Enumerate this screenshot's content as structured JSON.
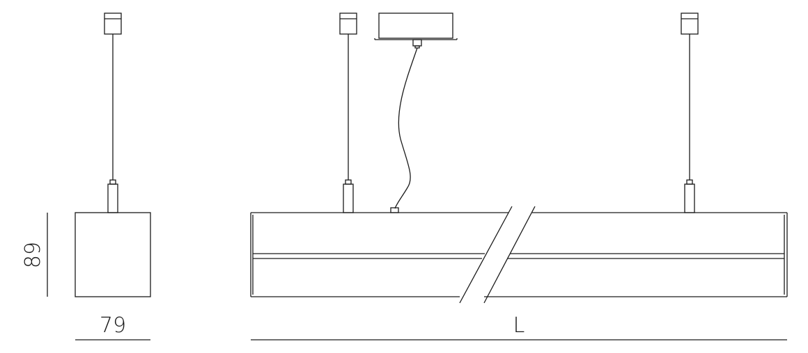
{
  "diagram": {
    "line_color": "#1a1a1a",
    "background": "#ffffff"
  },
  "side_view": {
    "height_label": "89",
    "width_label": "79"
  },
  "front_view": {
    "length_label": "L"
  }
}
